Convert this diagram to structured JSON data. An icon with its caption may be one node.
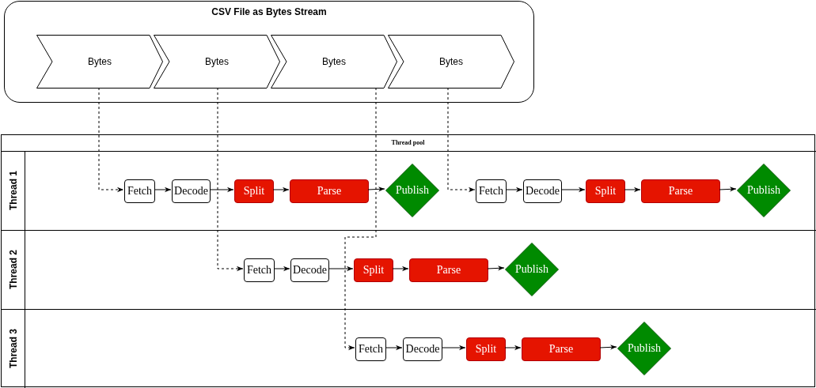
{
  "diagram": {
    "nodes": [
      {
        "text": [
          "CSV File as Bytes Stream"
        ]
      },
      {
        "text": [
          "Bytes"
        ],
        "in": 0
      },
      {
        "text": [
          "Bytes"
        ],
        "in": 0
      },
      {
        "text": [
          "Bytes"
        ],
        "in": 0
      },
      {
        "text": [
          "Bytes"
        ],
        "in": 0
      },
      {
        "text": [
          "Thread pool"
        ]
      },
      {
        "text": [
          "Thread 1"
        ],
        "in": 5
      },
      {
        "text": [
          "Thread 2"
        ],
        "in": 5
      },
      {
        "text": [
          "Thread 3"
        ],
        "in": 5
      },
      {
        "text": [
          "Fetch"
        ],
        "in": 6
      },
      {
        "text": [
          "Decode"
        ],
        "in": 6
      },
      {
        "text": [
          "Split"
        ],
        "in": 6
      },
      {
        "text": [
          "Parse"
        ],
        "in": 6
      },
      {
        "text": [
          "Publish"
        ],
        "in": 6
      },
      {
        "text": [
          "Fetch"
        ],
        "in": 6
      },
      {
        "text": [
          "Decode"
        ],
        "in": 6
      },
      {
        "text": [
          "Split"
        ],
        "in": 6
      },
      {
        "text": [
          "Parse"
        ],
        "in": 6
      },
      {
        "text": [
          "Publish"
        ],
        "in": 6
      },
      {
        "text": [
          "Fetch"
        ],
        "in": 7
      },
      {
        "text": [
          "Decode"
        ],
        "in": 7
      },
      {
        "text": [
          "Split"
        ],
        "in": 7
      },
      {
        "text": [
          "Parse"
        ],
        "in": 7
      },
      {
        "text": [
          "Publish"
        ],
        "in": 7
      },
      {
        "text": [
          "Fetch"
        ],
        "in": 8
      },
      {
        "text": [
          "Decode"
        ],
        "in": 8
      },
      {
        "text": [
          "Split"
        ],
        "in": 8
      },
      {
        "text": [
          "Parse"
        ],
        "in": 8
      },
      {
        "text": [
          "Publish"
        ],
        "in": 8
      }
    ],
    "edges": [
      {
        "from": 1,
        "to": 9,
        "arrow": "to",
        "style": "dashed"
      },
      {
        "from": 2,
        "to": 19,
        "arrow": "to",
        "style": "dashed"
      },
      {
        "from": 3,
        "to": 24,
        "arrow": "to",
        "style": "dashed"
      },
      {
        "from": 4,
        "to": 14,
        "arrow": "to",
        "style": "dashed"
      },
      {
        "from": 9,
        "to": 10,
        "arrow": "to"
      },
      {
        "from": 10,
        "to": 11,
        "arrow": "to"
      },
      {
        "from": 11,
        "to": 12,
        "arrow": "to"
      },
      {
        "from": 12,
        "to": 13,
        "arrow": "to"
      },
      {
        "from": 14,
        "to": 15,
        "arrow": "to"
      },
      {
        "from": 15,
        "to": 16,
        "arrow": "to"
      },
      {
        "from": 16,
        "to": 17,
        "arrow": "to"
      },
      {
        "from": 17,
        "to": 18,
        "arrow": "to"
      },
      {
        "from": 19,
        "to": 20,
        "arrow": "to"
      },
      {
        "from": 20,
        "to": 21,
        "arrow": "to"
      },
      {
        "from": 21,
        "to": 22,
        "arrow": "to"
      },
      {
        "from": 22,
        "to": 23,
        "arrow": "to"
      },
      {
        "from": 24,
        "to": 25,
        "arrow": "to"
      },
      {
        "from": 25,
        "to": 26,
        "arrow": "to"
      },
      {
        "from": 26,
        "to": 27,
        "arrow": "to"
      },
      {
        "from": 27,
        "to": 28,
        "arrow": "to"
      }
    ]
  }
}
